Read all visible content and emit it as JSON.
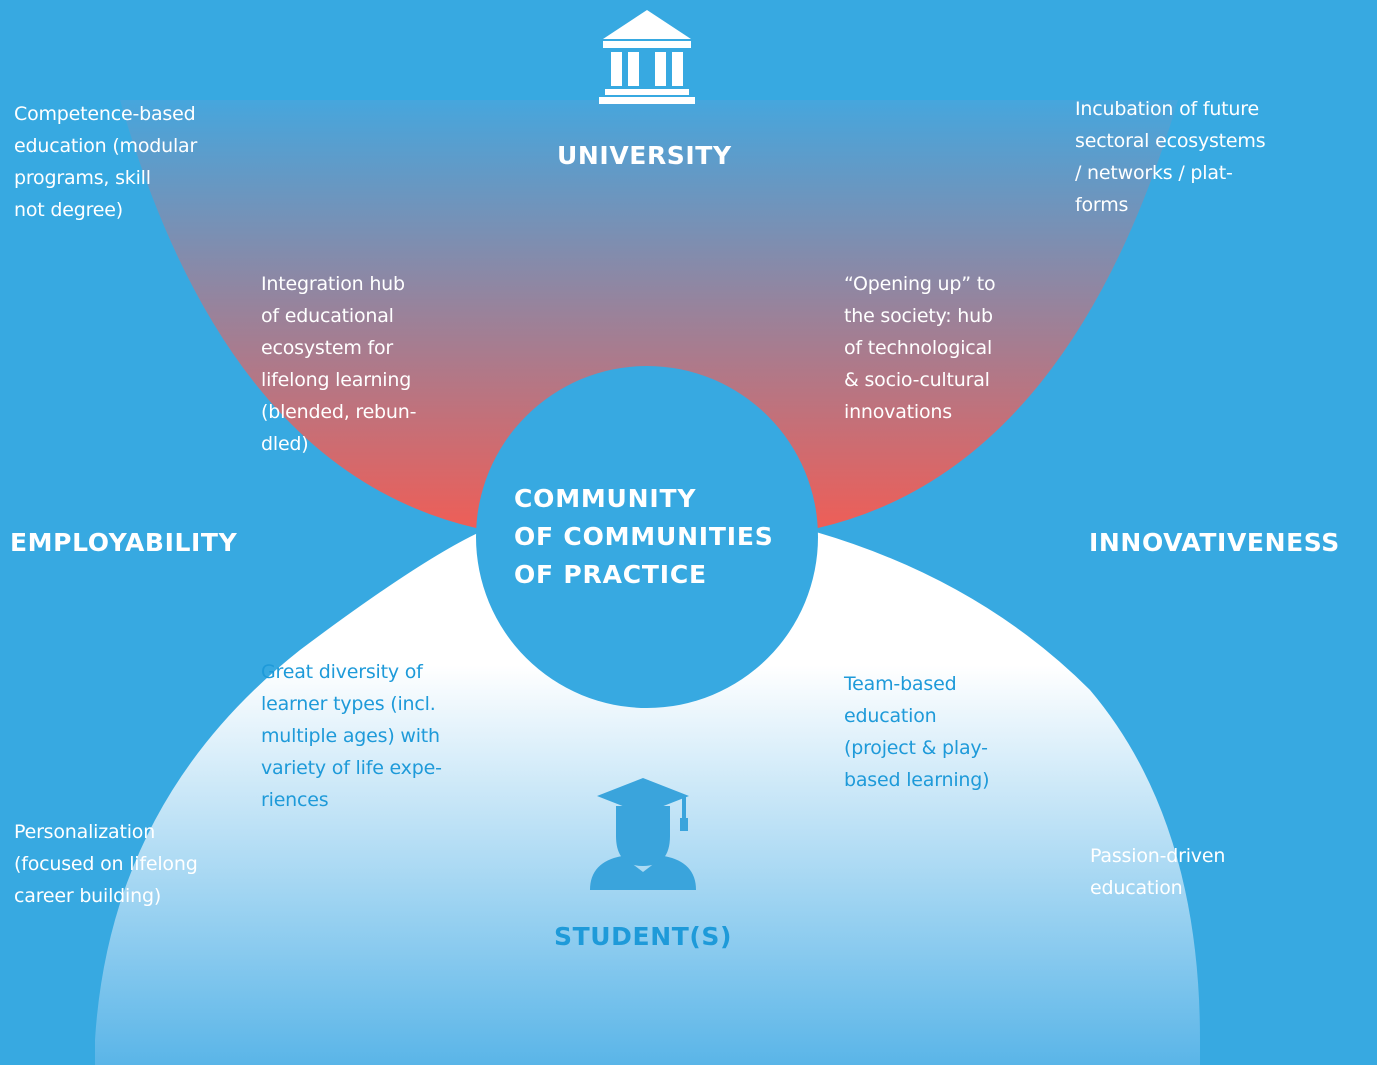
{
  "colors": {
    "background": "#37a9e1",
    "university_top": "#46a6dd",
    "university_bottom": "#ee5e57",
    "student_top": "#ffffff",
    "student_bottom": "#5ab5e8",
    "center": "#37a9e1",
    "student_text": "#1e9ad9"
  },
  "icons": {
    "university": "university-building-icon",
    "student": "graduate-student-icon"
  },
  "center": {
    "title": "COMMUNITY\nOF COMMUNITIES\nOF PRACTICE"
  },
  "university": {
    "title": "UNIVERSITY"
  },
  "student": {
    "title": "STUDENT(S)"
  },
  "side": {
    "left": "EMPLOYABILITY",
    "right": "INNOVATIVENESS"
  },
  "corners": {
    "top_left": "Competence-based\neducation (modular\nprograms, skill\nnot degree)",
    "top_right": "Incubation of future\nsectoral ecosystems\n/ networks / plat-\nforms",
    "bottom_left": "Personalization\n(focused on lifelong\ncareer building)",
    "bottom_right": "Passion-driven\neducation"
  },
  "inner": {
    "top_left": "Integration hub\nof educational\necosystem for\nlifelong learning\n(blended, rebun-\ndled)",
    "top_right": "“Opening up” to\nthe society: hub\nof technological\n& socio-cultural\ninnovations",
    "bottom_left": "Great diversity of\nlearner types (incl.\nmultiple ages) with\nvariety of life expe-\nriences",
    "bottom_right": "Team-based\neducation\n(project & play-\nbased learning)"
  }
}
